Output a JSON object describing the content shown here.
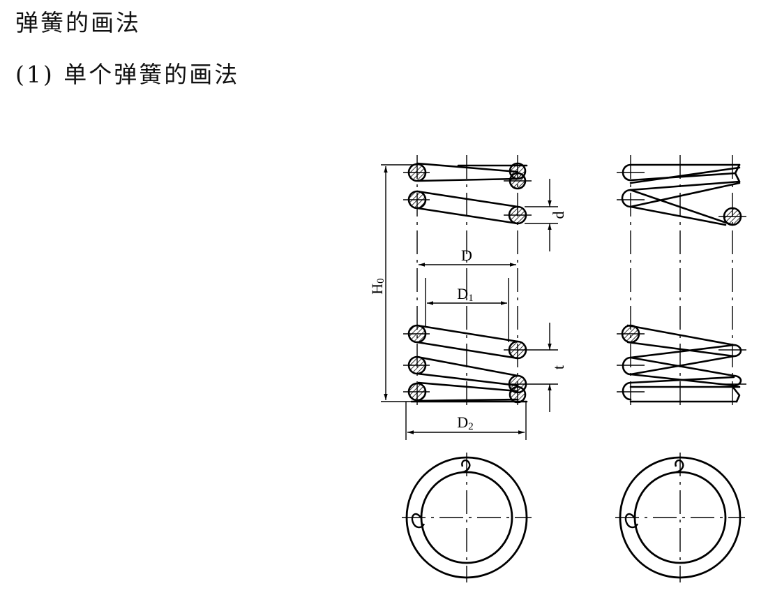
{
  "page": {
    "title": "弹簧的画法",
    "subtitle": "(1) 单个弹簧的画法"
  },
  "diagram": {
    "labels": {
      "H": "H",
      "H_sub": "0",
      "D": "D",
      "D1": "D",
      "D1_sub": "1",
      "D2": "D",
      "D2_sub": "2",
      "d": "d",
      "t": "t"
    },
    "colors": {
      "line": "#000000",
      "background": "#ffffff"
    }
  }
}
